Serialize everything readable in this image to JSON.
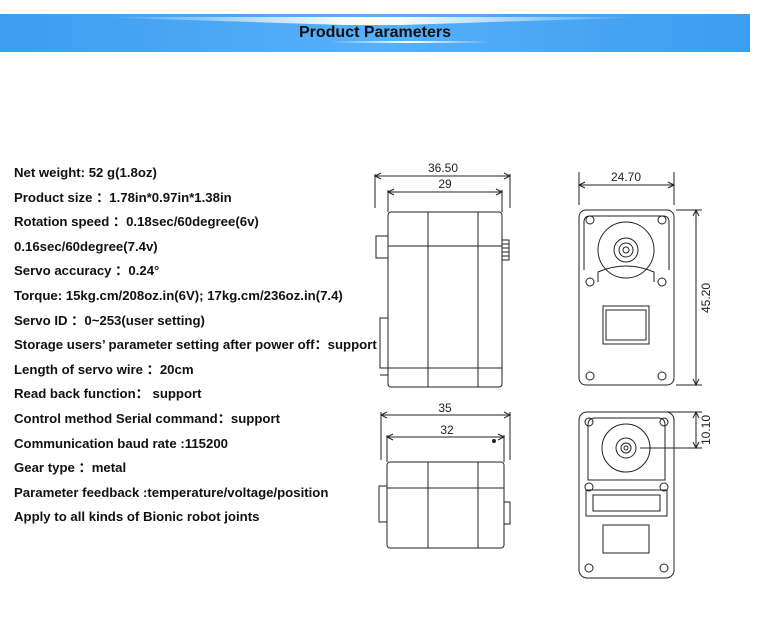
{
  "header": {
    "title": "Product Parameters"
  },
  "specs": [
    "Net weight:  52 g(1.8oz)",
    "Product size ：1.78in*0.97in*1.38in",
    "Rotation speed ：0.18sec/60degree(6v)",
    "0.16sec/60degree(7.4v)",
    "Servo accuracy ：0.24°",
    "Torque:  15kg.cm/208oz.in(6V); 17kg.cm/236oz.in(7.4)",
    "Servo ID ：0~253(user setting)",
    "Storage users’ parameter setting after power off：support",
    "Length of servo wire ：20cm",
    "Read back function：  support",
    "Control method Serial command：support",
    "Communication baud rate :115200",
    "Gear type ：metal",
    "Parameter feedback :temperature/voltage/position",
    "Apply to all kinds of Bionic robot joints"
  ],
  "dimensions": {
    "side_overall": "36.50",
    "side_body": "29",
    "front_width": "24.70",
    "front_height": "45.20",
    "top_overall": "35",
    "top_body": "32",
    "back_offset": "10.10"
  },
  "colors": {
    "banner": "#4aa8f6",
    "line": "#222222"
  }
}
